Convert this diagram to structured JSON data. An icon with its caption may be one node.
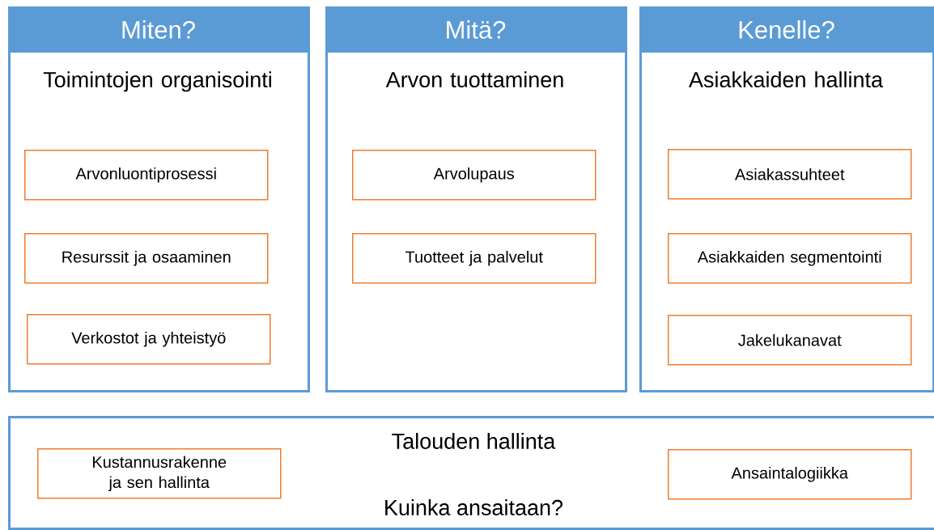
{
  "diagram": {
    "nodes": [
      {
        "text": [
          "Miten?",
          "Toimintojen organisointi"
        ]
      },
      {
        "text": [
          "Arvonluontiprosessi"
        ],
        "in": 0
      },
      {
        "text": [
          "Resurssit ja osaaminen"
        ],
        "in": 0
      },
      {
        "text": [
          "Verkostot ja yhteistyö"
        ],
        "in": 0
      },
      {
        "text": [
          "Mitä?",
          "Arvon tuottaminen"
        ]
      },
      {
        "text": [
          "Arvolupaus"
        ],
        "in": 4
      },
      {
        "text": [
          "Tuotteet ja palvelut"
        ],
        "in": 4
      },
      {
        "text": [
          "Kenelle?",
          "Asiakkaiden hallinta"
        ]
      },
      {
        "text": [
          "Asiakassuhteet"
        ],
        "in": 7
      },
      {
        "text": [
          "Asiakkaiden segmentointi"
        ],
        "in": 7
      },
      {
        "text": [
          "Jakelukanavat"
        ],
        "in": 7
      },
      {
        "text": [
          "Talouden hallinta",
          "Kuinka ansaitaan?"
        ]
      },
      {
        "text": [
          "Kustannusrakenne ja sen hallinta"
        ],
        "in": 11
      },
      {
        "text": [
          "Ansaintalogiikka"
        ],
        "in": 11
      }
    ]
  }
}
